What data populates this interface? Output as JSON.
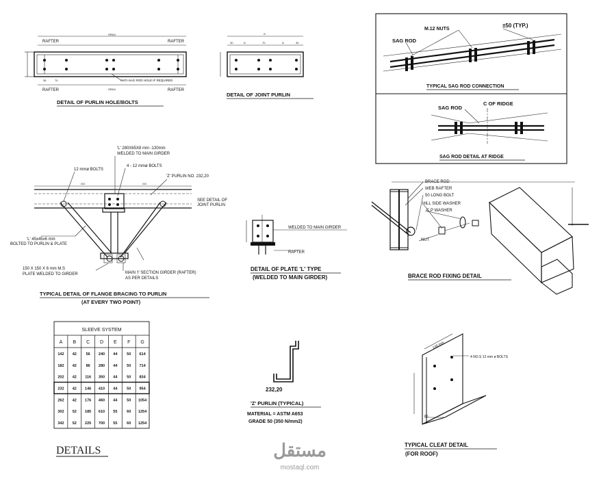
{
  "purlin_holes": {
    "title": "DETAIL OF PURLIN HOLE/BOLTS",
    "rafter_left_top": "RAFTER",
    "rafter_right_top": "RAFTER",
    "rafter_left_bottom": "RAFTER",
    "rafter_right_bottom": "RAFTER",
    "span_top": "SPAN",
    "span_bottom": "SPAN",
    "dim_a": "35",
    "dim_b": "70",
    "note": "ANTI-SAG ROD HOLE IF REQUIRED"
  },
  "joint_purlin": {
    "title": "DETAIL OF JOINT PURLIN",
    "dim_top": "G",
    "dims": [
      "30",
      "D",
      "70",
      "D",
      "30"
    ]
  },
  "sag_rod_connection": {
    "title": "TYPICAL SAG ROD CONNECTION",
    "label_sag_rod": "SAG ROD",
    "label_nuts": "M.12 NUTS",
    "label_typ": "±50 (TYP.)"
  },
  "sag_rod_ridge": {
    "title": "SAG ROD DETAIL AT RIDGE",
    "label_sag_rod": "SAG ROD",
    "label_ridge": "C OF RIDGE"
  },
  "flange_bracing": {
    "title": "TYPICAL DETAIL OF FLANGE BRACING TO PURLIN",
    "subtitle": "(AT EVERY TWO POINT)",
    "label_l_angle": "'L' 280X65X8 mm -130mm",
    "label_welded": "WELDED TO MAIN GIRDER",
    "label_12_bolts": "12 mmø BOLTS",
    "label_4_12_bolts": "4 - 12 mmø BOLTS",
    "label_z_purlin": "'Z' PURLIN NO. 232,20",
    "label_see_detail": "SEE DETAIL OF",
    "label_joint_purlin": "JOINT PURLIN",
    "label_l45": "'L' 45x45x6 mm",
    "label_bolted": "BOLTED TO PURLIN & PLATE",
    "label_plate": "150 X 150 X 6 mm M.S",
    "label_plate2": "PLATE WELDED TO GIRDER",
    "label_main": "MAIN 'I' SECTION GIRDER (RAFTER)",
    "label_as_per": "AS PER DETAILS",
    "dim_left": "GG",
    "dim_right": "GG"
  },
  "plate_l": {
    "title": "DETAIL OF PLATE 'L' TYPE",
    "subtitle": "(WELDED TO MAIN GIRDER)",
    "label_welded": "WELDED TO MAIN GIRDER",
    "label_rafter": "RAFTER"
  },
  "brace_rod": {
    "title": "BRACE ROD FIXING DETAIL",
    "labels": [
      "BRACE ROD",
      "WEB RAFTER",
      "50 LONG BOLT",
      "HILL SIDE WASHER",
      "C.P WASHER",
      "NUT"
    ]
  },
  "sleeve_system": {
    "title": "SLEEVE SYSTEM",
    "headers": [
      "A",
      "B",
      "C",
      "D",
      "E",
      "F",
      "G"
    ],
    "rows": [
      [
        "142",
        "42",
        "56",
        "240",
        "44",
        "50",
        "614"
      ],
      [
        "182",
        "42",
        "86",
        "280",
        "44",
        "50",
        "714"
      ],
      [
        "202",
        "42",
        "116",
        "350",
        "44",
        "50",
        "834"
      ],
      [
        "232",
        "42",
        "146",
        "410",
        "44",
        "50",
        "954"
      ],
      [
        "262",
        "42",
        "176",
        "460",
        "44",
        "50",
        "1054"
      ],
      [
        "302",
        "52",
        "185",
        "610",
        "55",
        "60",
        "1254"
      ],
      [
        "342",
        "52",
        "225",
        "700",
        "55",
        "60",
        "1254"
      ]
    ]
  },
  "z_purlin": {
    "size": "232,20",
    "title": "'Z' PURLIN (TYPICAL)",
    "material": "MATERIAL = ASTM A653",
    "grade": "GRADE 50 (350 N/mm2)"
  },
  "cleat": {
    "title": "TYPICAL CLEAT DETAIL",
    "subtitle": "(FOR ROOF)",
    "label_bolts": "4 NO.S 12 mm ø BOLTS",
    "dim_130": "130 mm",
    "dim_65": "65"
  },
  "footer": {
    "details": "DETAILS",
    "watermark_ar": "مستقل",
    "watermark_url": "mostaql.com"
  }
}
